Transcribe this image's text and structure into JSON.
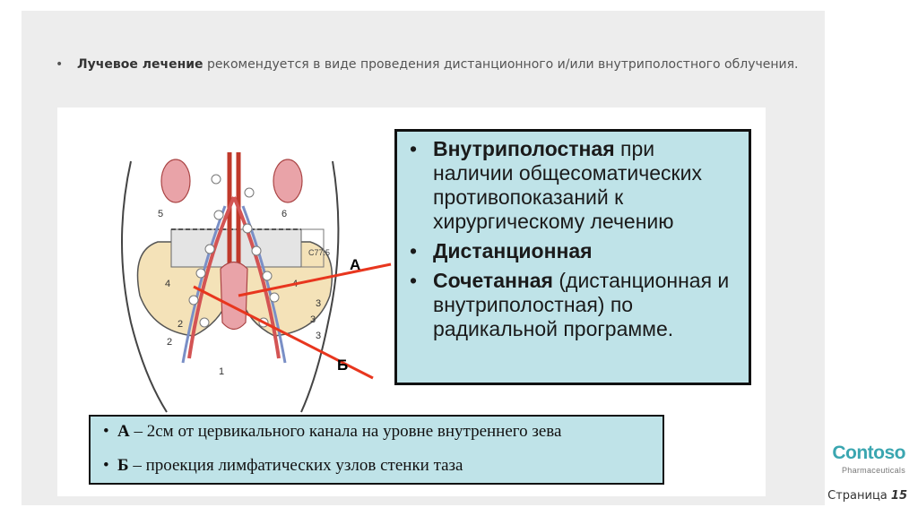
{
  "slide": {
    "intro": {
      "bullet": "•",
      "bold": "Лучевое лечение",
      "rest": " рекомендуется в виде проведения дистанционного и/или внутриполостного облучения."
    },
    "figure": {
      "label_a": "A",
      "label_b": "Б",
      "scale_label": "C77.5",
      "node_numbers": [
        "5",
        "6",
        "4",
        "4",
        "3",
        "3",
        "2",
        "1",
        "2",
        "3"
      ],
      "info": [
        {
          "bold": "Внутриполостная",
          "rest": " при наличии общесоматических противопоказаний к хирургическому лечению"
        },
        {
          "bold": "Дистанционная",
          "rest": ""
        },
        {
          "bold": "Сочетанная",
          "rest": " (дистанционная и внутриполостная) по радикальной программе."
        }
      ],
      "notes": [
        {
          "bold": "А",
          "rest": " – 2см от цервикального канала на уровне внутреннего зева"
        },
        {
          "bold": "Б",
          "rest": " – проекция лимфатических узлов стенки таза"
        }
      ]
    }
  },
  "brand": {
    "name": "Contoso",
    "sub": "Pharmaceuticals"
  },
  "footer": {
    "page_label": "Страница ",
    "page_number": "15"
  },
  "colors": {
    "box_fill": "#bfe3e8",
    "accent": "#3aa6b0",
    "arrow_red": "#e8361e"
  }
}
